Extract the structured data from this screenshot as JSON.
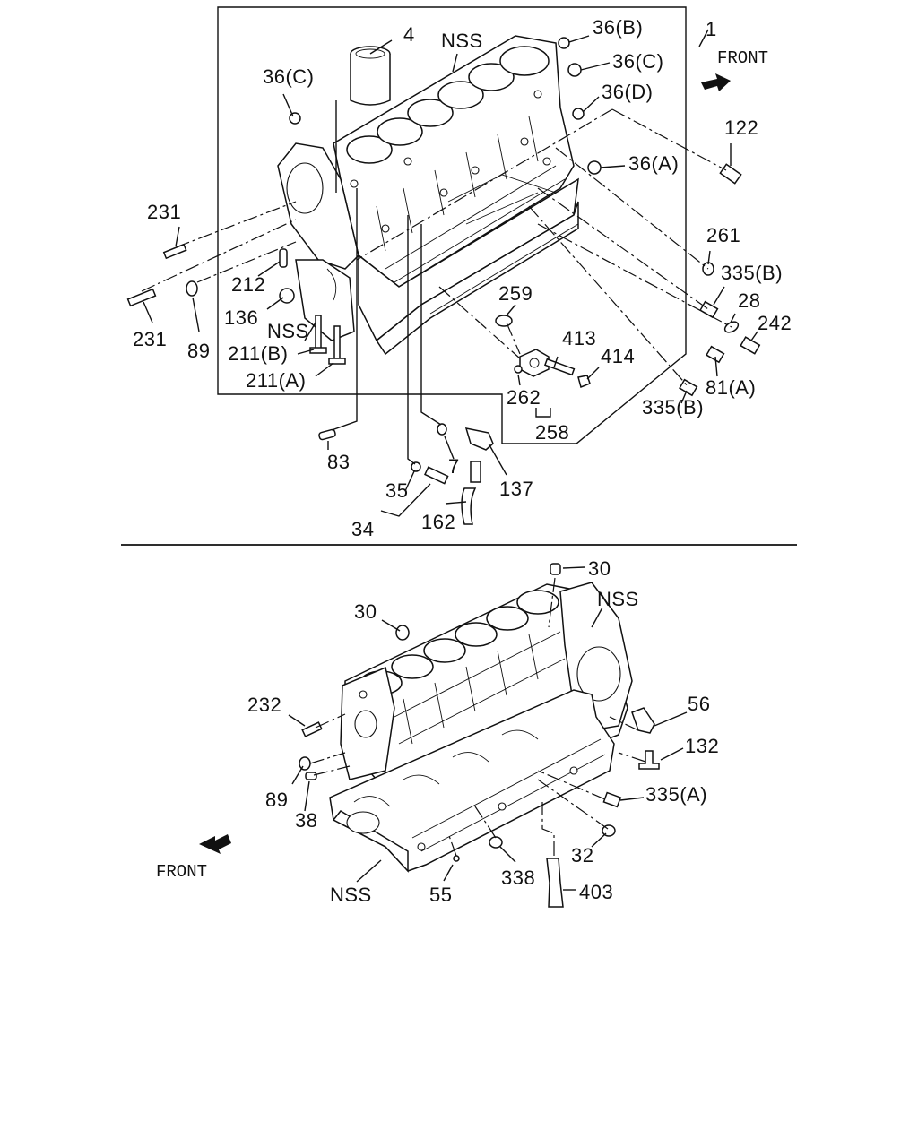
{
  "top_section": {
    "front_label": "FRONT",
    "labels": {
      "p1": "1",
      "p4": "4",
      "nss_top": "NSS",
      "p36b": "36(B)",
      "p36c_right": "36(C)",
      "p36d": "36(D)",
      "p36a": "36(A)",
      "p36c_left": "36(C)",
      "p122": "122",
      "p261": "261",
      "p335b_1": "335(B)",
      "p28": "28",
      "p242": "242",
      "p81a": "81(A)",
      "p335b_2": "335(B)",
      "p259": "259",
      "p413": "413",
      "p414": "414",
      "p262": "262",
      "p258": "258",
      "p137": "137",
      "p162": "162",
      "p7": "7",
      "p35": "35",
      "p34": "34",
      "p83": "83",
      "p231_top": "231",
      "p231_bottom": "231",
      "p89": "89",
      "p212": "212",
      "p136": "136",
      "nss_mid": "NSS",
      "p211b": "211(B)",
      "p211a": "211(A)"
    }
  },
  "bottom_section": {
    "front_label": "FRONT",
    "labels": {
      "p30_top": "30",
      "p30_left": "30",
      "nss_right": "NSS",
      "p232": "232",
      "p56": "56",
      "p132": "132",
      "p89": "89",
      "p38": "38",
      "p335a": "335(A)",
      "p32": "32",
      "p338": "338",
      "p403": "403",
      "p55": "55",
      "nss_bottom": "NSS"
    }
  },
  "icons": {
    "front_arrow_top": "arrow-right-icon",
    "front_arrow_bottom": "arrow-left-icon"
  }
}
